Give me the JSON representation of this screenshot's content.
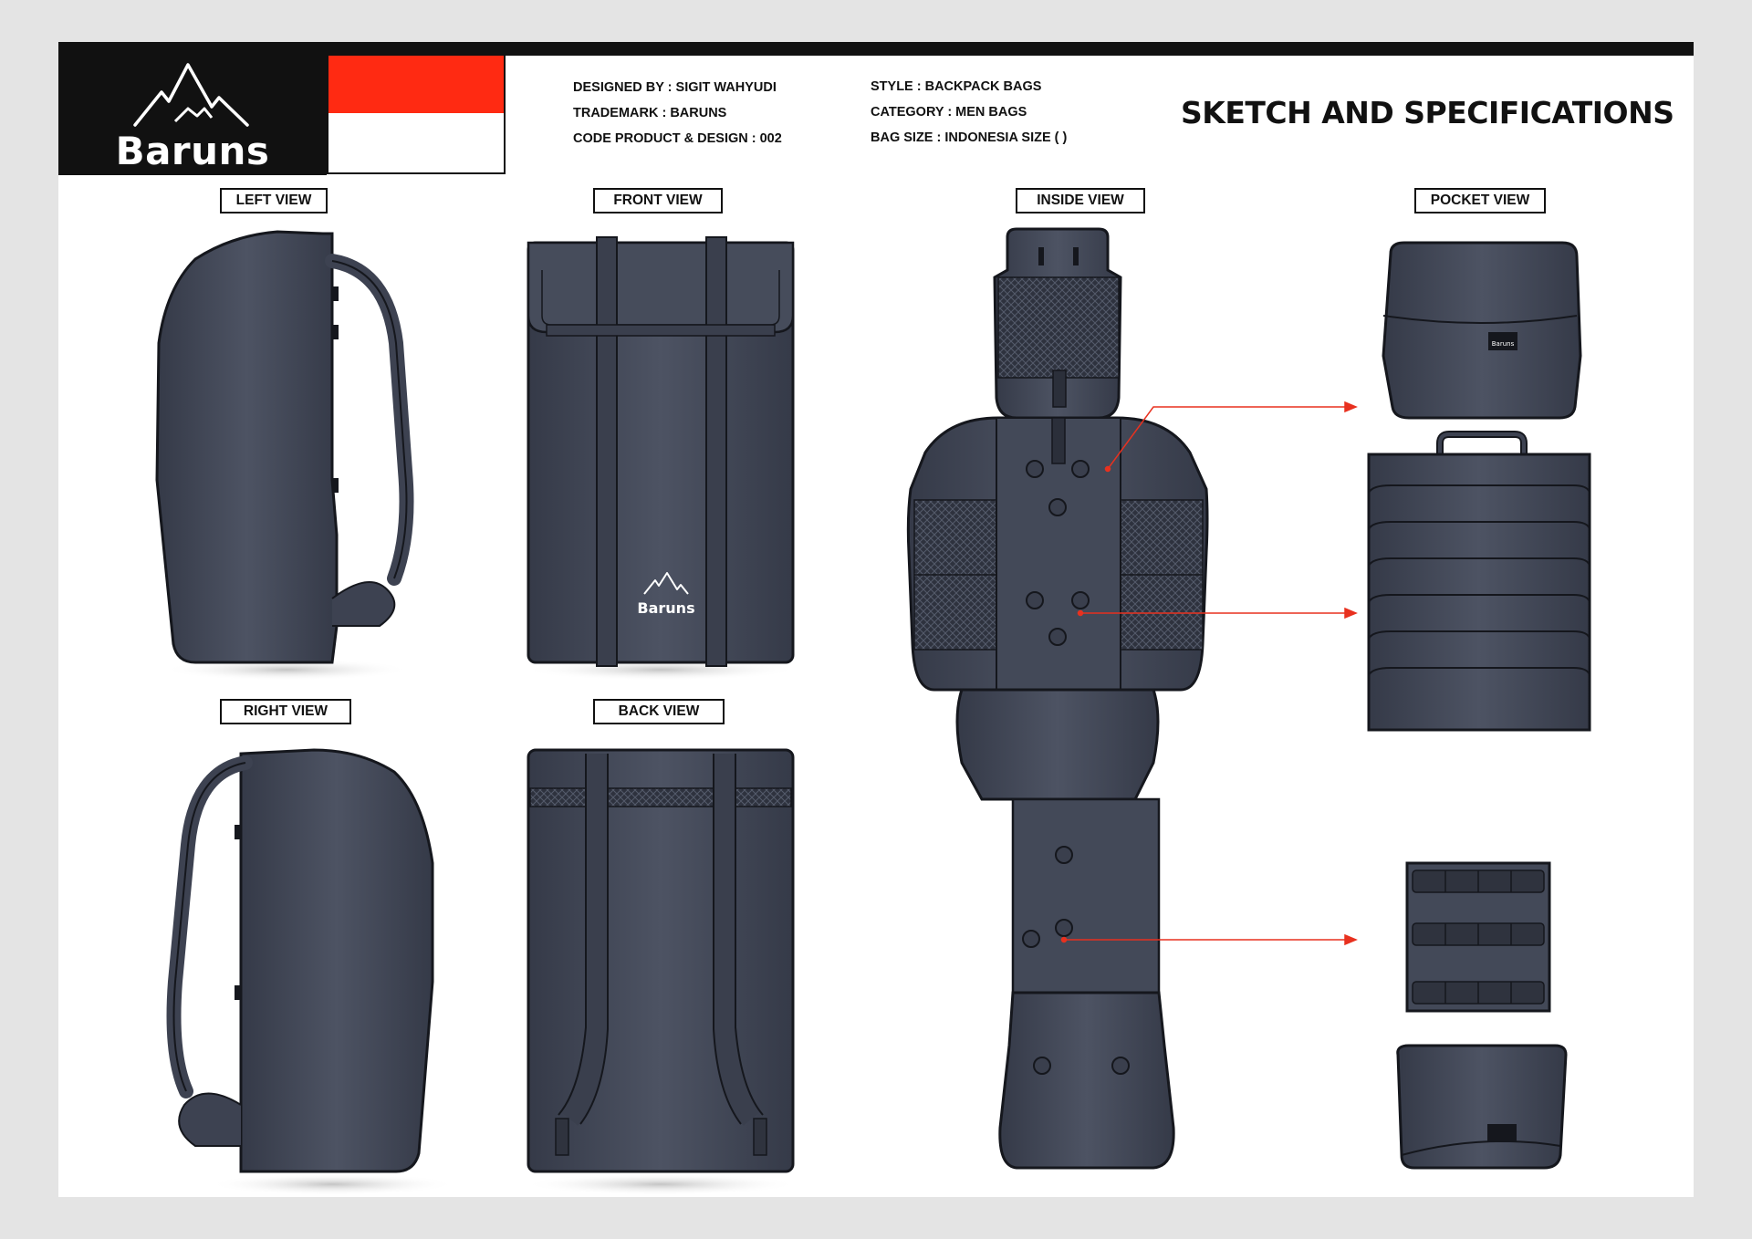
{
  "brand": {
    "name": "Baruns",
    "icon": "mountain-logo-icon"
  },
  "flag": {
    "name": "indonesia-flag-icon",
    "top_color": "#ff2a12",
    "bottom_color": "#ffffff"
  },
  "specs": {
    "designed_by": "DESIGNED BY : SIGIT WAHYUDI",
    "trademark": "TRADEMARK : BARUNS",
    "code": "CODE PRODUCT & DESIGN : 002",
    "style": "STYLE : BACKPACK BAGS",
    "category": "CATEGORY : MEN BAGS",
    "bag_size": "BAG SIZE : INDONESIA SIZE (   )"
  },
  "title": "SKETCH AND SPECIFICATIONS",
  "views": {
    "left": "LEFT VIEW",
    "front": "FRONT VIEW",
    "inside": "INSIDE VIEW",
    "pocket": "POCKET VIEW",
    "right": "RIGHT VIEW",
    "back": "BACK VIEW"
  },
  "colors": {
    "bag_body": "#3d4251",
    "bag_light": "#4e5464",
    "outline": "#15171d",
    "accent": "#e8311f",
    "shadow": "#cfcfcf"
  },
  "bag_logo": {
    "name": "Baruns"
  },
  "pocket_logo": {
    "name": "Baruns"
  }
}
